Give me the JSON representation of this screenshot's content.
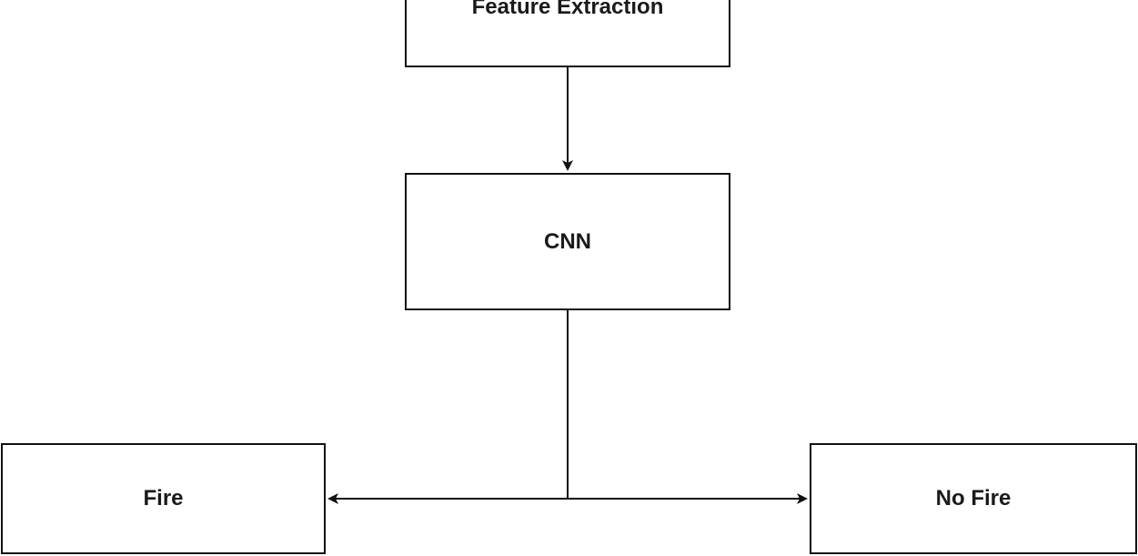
{
  "diagram": {
    "nodes": {
      "feature_extraction": "Feature Extraction",
      "cnn": "CNN",
      "fire": "Fire",
      "no_fire": "No Fire"
    },
    "edges": [
      {
        "from": "Feature Extraction",
        "to": "CNN"
      },
      {
        "from": "CNN",
        "to": "Fire"
      },
      {
        "from": "CNN",
        "to": "No Fire"
      }
    ],
    "colors": {
      "stroke": "#111111",
      "text": "#1a1a1a",
      "background": "#ffffff"
    }
  }
}
